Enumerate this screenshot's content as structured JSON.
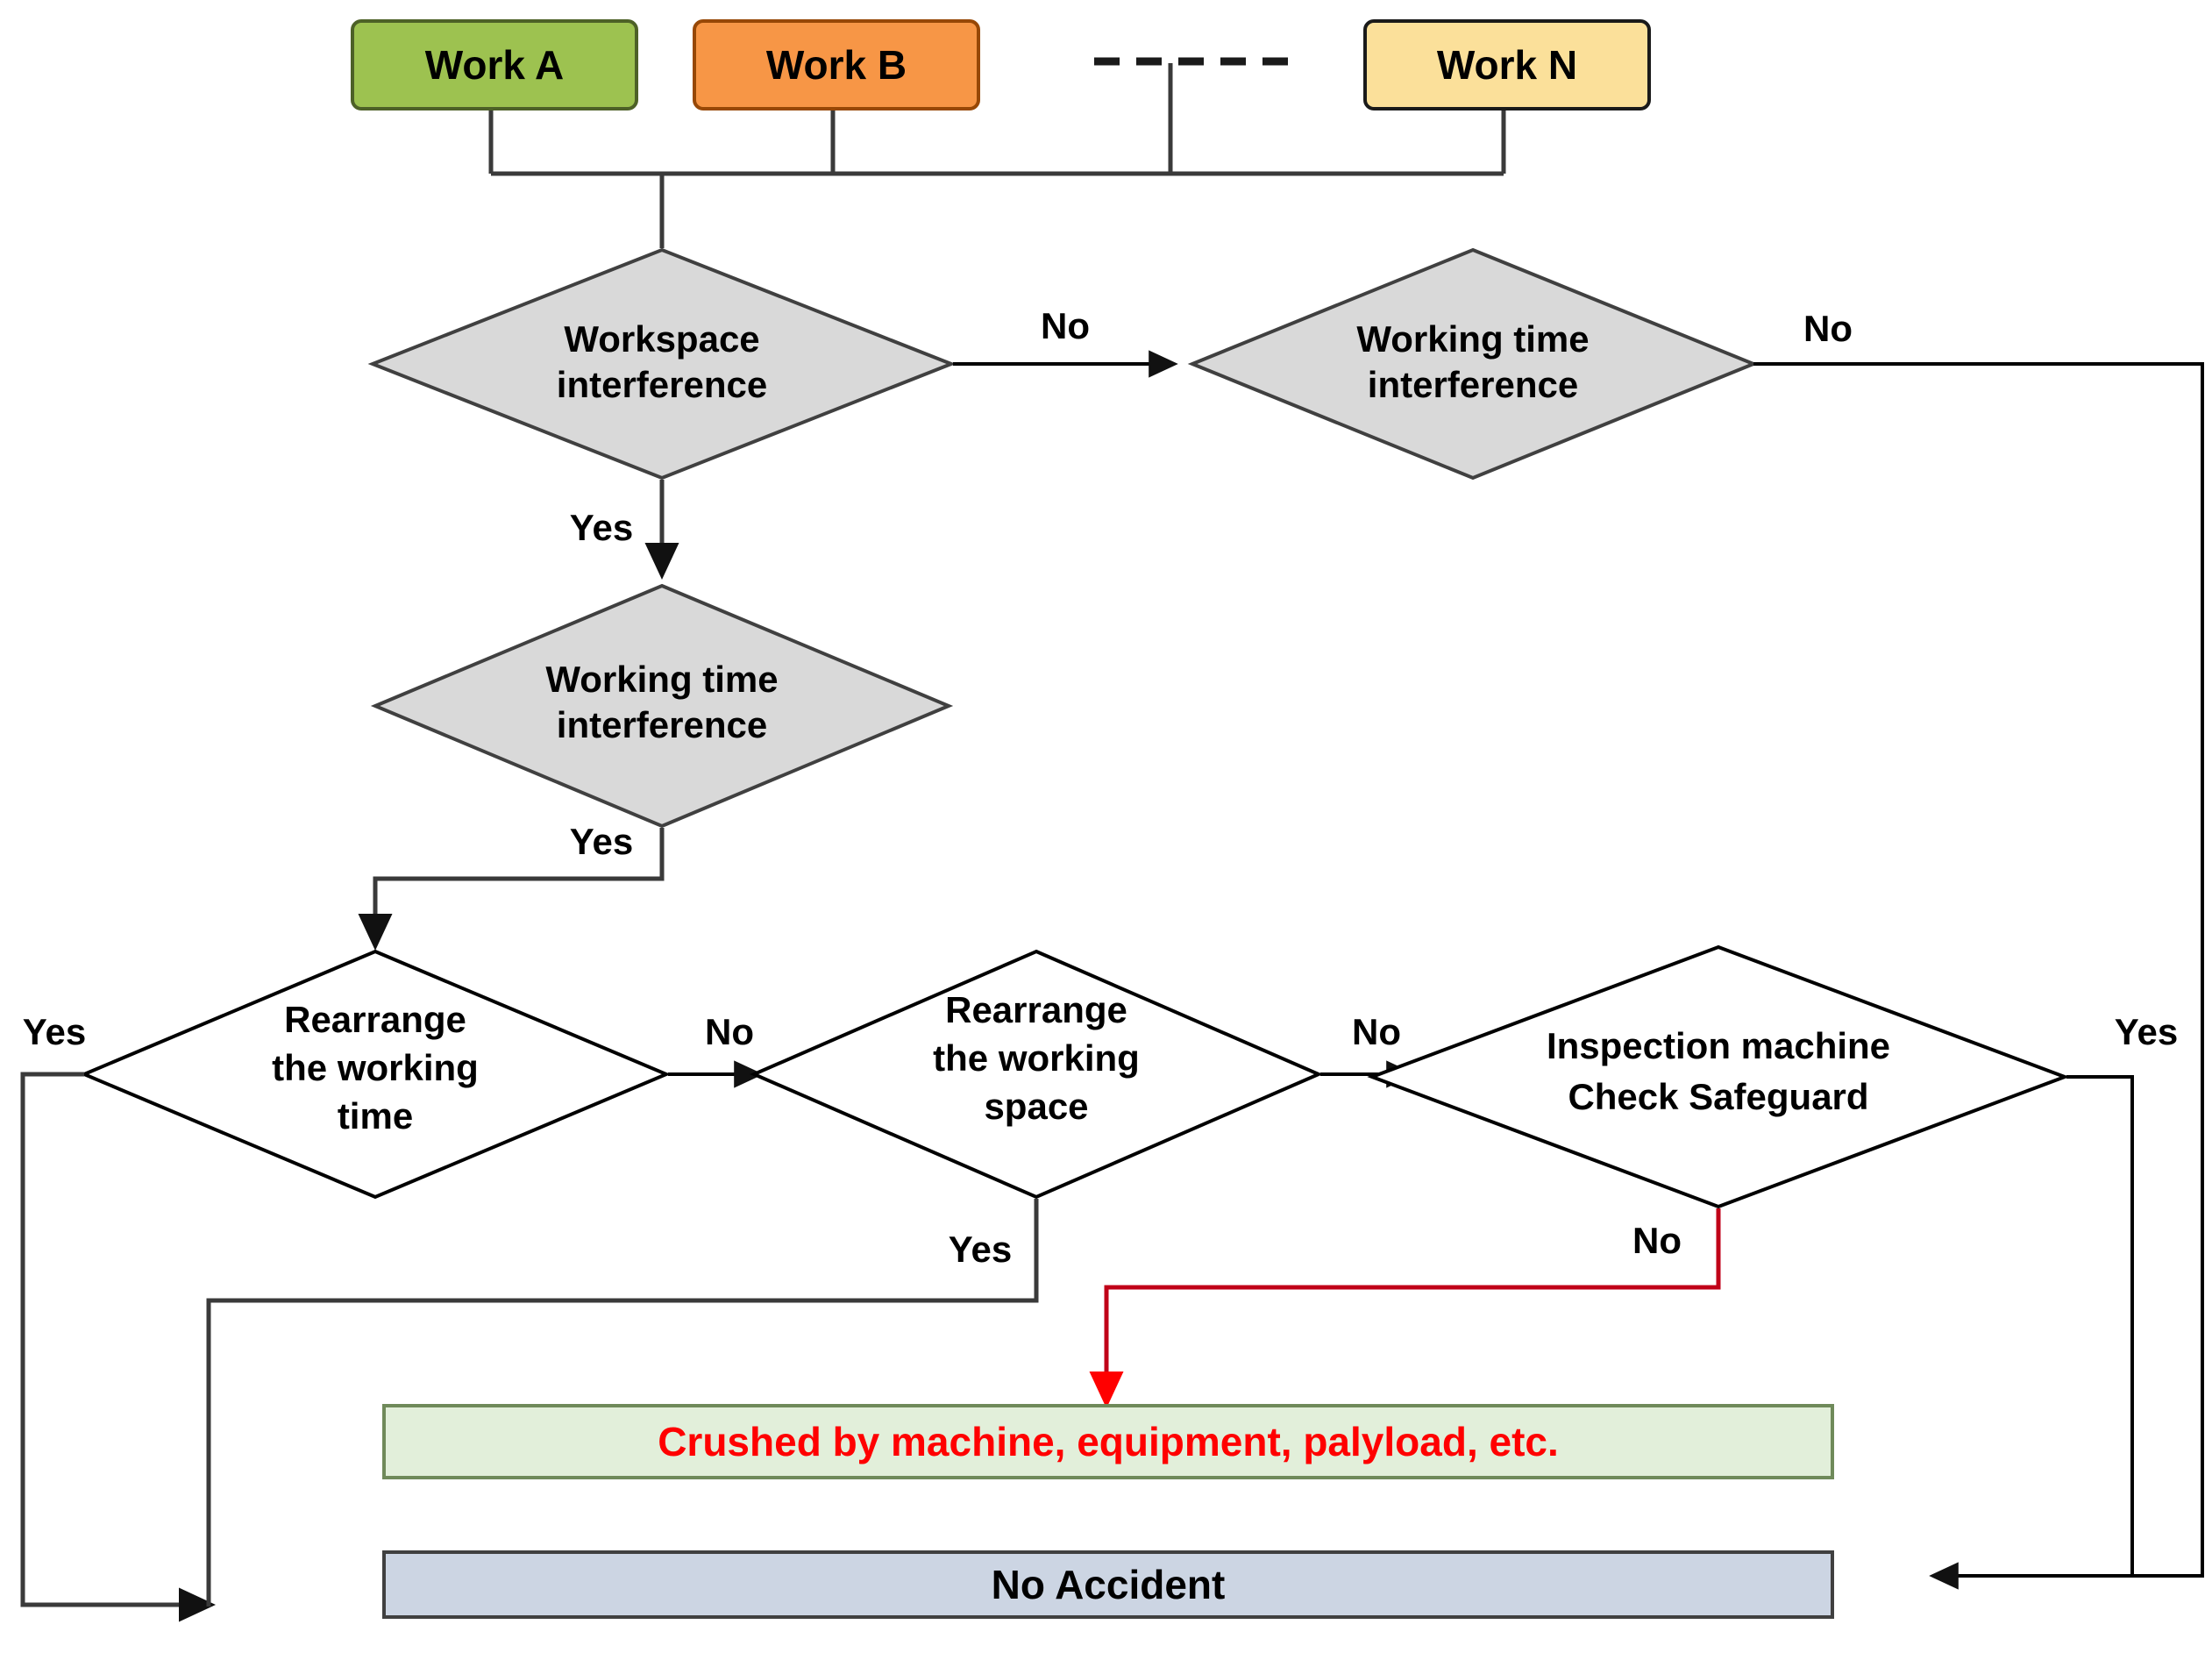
{
  "diagram": {
    "title": "Work interference safety decision flowchart",
    "colors": {
      "work_a_fill": "#9dc250",
      "work_a_border": "#4d6127",
      "work_b_fill": "#f79646",
      "work_b_border": "#974806",
      "work_n_fill": "#fbe09a",
      "work_n_border": "#1a1a1a",
      "decision_gray_fill": "#d9d9d9",
      "decision_gray_border": "#404040",
      "decision_white_fill": "#ffffff",
      "decision_white_border": "#000000",
      "accident_fill": "#e2efda",
      "accident_border": "#6f8a5a",
      "accident_text": "#ff0000",
      "no_accident_fill": "#ccd5e3",
      "no_accident_border": "#404040",
      "line": "#3a3a3a",
      "red_line": "#c00018"
    },
    "work_nodes": [
      {
        "id": "work-a",
        "label": "Work A"
      },
      {
        "id": "work-b",
        "label": "Work B"
      },
      {
        "id": "work-n",
        "label": "Work N"
      }
    ],
    "ellipsis": "- - - - - -",
    "decisions": [
      {
        "id": "workspace-interference",
        "line1": "Workspace",
        "line2": "interference",
        "line3": "",
        "fill": "gray"
      },
      {
        "id": "working-time-interference-right",
        "line1": "Working time",
        "line2": "interference",
        "line3": "",
        "fill": "gray"
      },
      {
        "id": "working-time-interference-left",
        "line1": "Working time",
        "line2": "interference",
        "line3": "",
        "fill": "gray"
      },
      {
        "id": "rearrange-working-time",
        "line1": "Rearrange",
        "line2": "the working",
        "line3": "time",
        "fill": "white"
      },
      {
        "id": "rearrange-working-space",
        "line1": "Rearrange",
        "line2": "the working",
        "line3": "space",
        "fill": "white"
      },
      {
        "id": "inspection-machine-check-safeguard",
        "line1": "Inspection machine",
        "line2": "Check Safeguard",
        "line3": "",
        "fill": "white"
      }
    ],
    "terminals": [
      {
        "id": "crushed-outcome",
        "label": "Crushed by machine, equipment, palyload, etc."
      },
      {
        "id": "no-accident-outcome",
        "label": "No Accident"
      }
    ],
    "edge_labels": {
      "workspace_no": "No",
      "workspace_yes": "Yes",
      "working_time_right_no": "No",
      "working_time_left_yes": "Yes",
      "rearrange_time_yes": "Yes",
      "rearrange_time_no": "No",
      "rearrange_space_no": "No",
      "rearrange_space_yes": "Yes",
      "inspection_yes": "Yes",
      "inspection_no": "No"
    }
  }
}
